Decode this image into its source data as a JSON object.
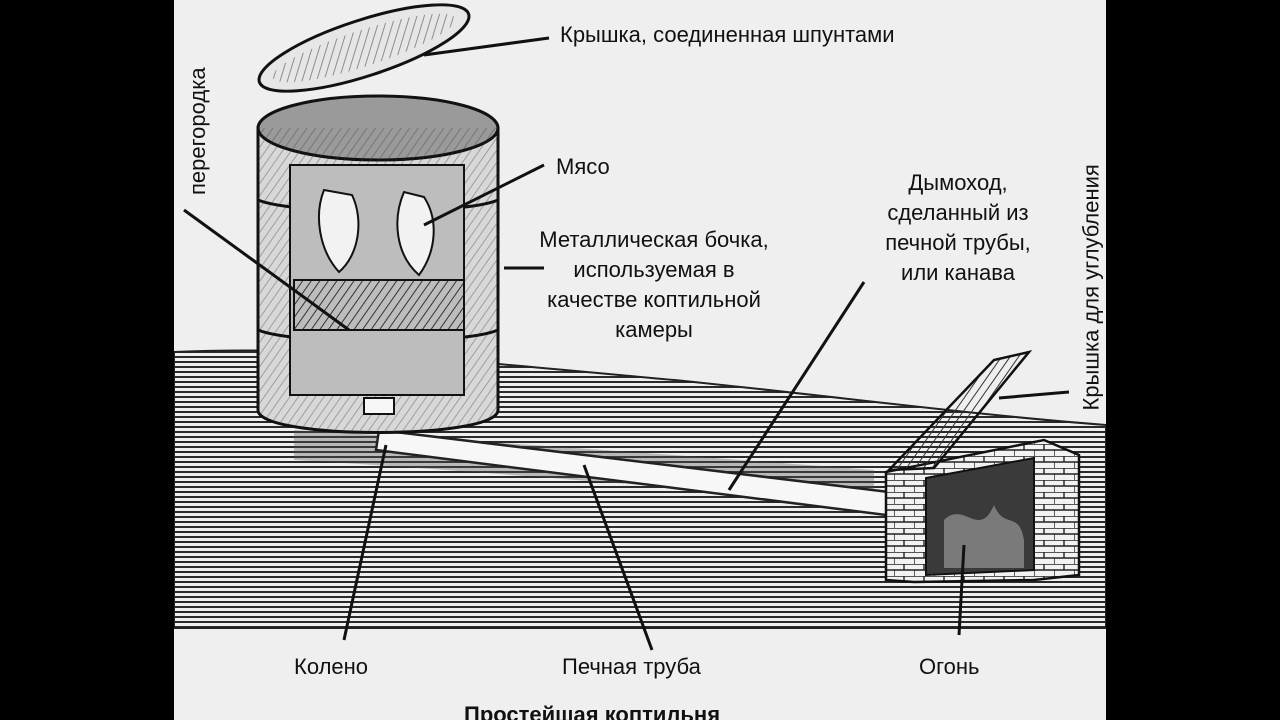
{
  "labels": {
    "lid": "Крышка, соединенная шпунтами",
    "partition": "перегородка",
    "meat": "Мясо",
    "barrel": [
      "Металлическая бочка,",
      "используемая в",
      "качестве коптильной",
      "камеры"
    ],
    "chimney": [
      "Дымоход,",
      "сделанный из",
      "печной трубы,",
      "или канава"
    ],
    "pit_lid": "Крышка для углубления",
    "elbow": "Колено",
    "stove_pipe": "Печная труба",
    "fire": "Огонь"
  },
  "caption": "Простейшая коптильня",
  "colors": {
    "ink": "#111111",
    "paper": "#efefef",
    "ground": "#4a4a4a",
    "frame": "#000000"
  }
}
